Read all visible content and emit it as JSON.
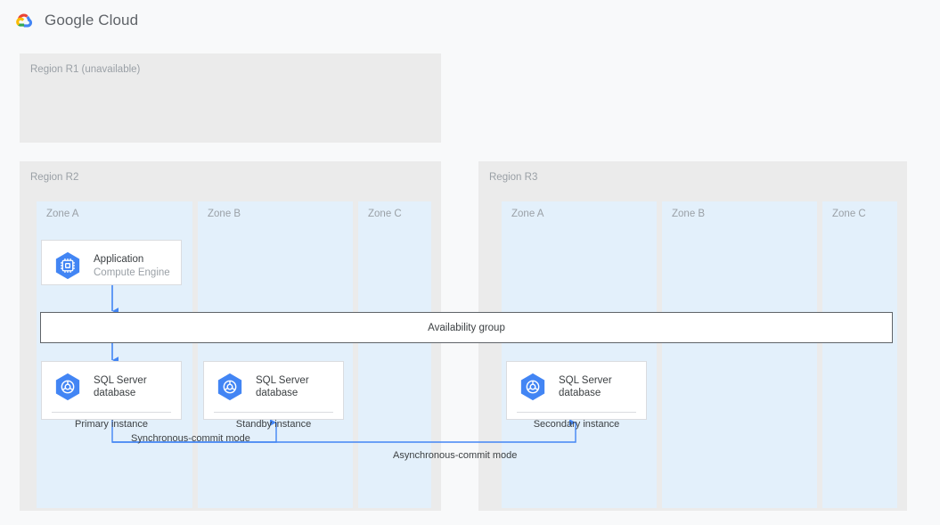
{
  "header": {
    "logo_icon": "google-cloud-logo-icon",
    "brand": "Google Cloud"
  },
  "regions": [
    {
      "id": "r1",
      "label": "Region R1 (unavailable)",
      "zones": []
    },
    {
      "id": "r2",
      "label": "Region R2",
      "zones": [
        {
          "id": "a",
          "label": "Zone A"
        },
        {
          "id": "b",
          "label": "Zone B"
        },
        {
          "id": "c",
          "label": "Zone C"
        }
      ]
    },
    {
      "id": "r3",
      "label": "Region R3",
      "zones": [
        {
          "id": "a",
          "label": "Zone A"
        },
        {
          "id": "b",
          "label": "Zone B"
        },
        {
          "id": "c",
          "label": "Zone C"
        }
      ]
    }
  ],
  "cards": {
    "application": {
      "icon": "compute-engine-icon",
      "title": "Application",
      "subtitle": "Compute Engine"
    },
    "primary": {
      "icon": "sql-server-icon",
      "title": "SQL Server\ndatabase",
      "footer": "Primary instance"
    },
    "standby": {
      "icon": "sql-server-icon",
      "title": "SQL Server\ndatabase",
      "footer": "Standby instance"
    },
    "secondary": {
      "icon": "sql-server-icon",
      "title": "SQL Server\ndatabase",
      "footer": "Secondary instance"
    }
  },
  "availability_group": {
    "label": "Availability group"
  },
  "connectors": {
    "sync_label": "Synchronous-commit mode",
    "async_label": "Asynchronous-commit mode"
  },
  "colors": {
    "accent_blue": "#4285f4",
    "icon_blue": "#4285f4",
    "zone_fill": "#e3f0fb",
    "region_fill": "#ebebeb",
    "page_bg": "#f8f9fa",
    "muted_text": "#9aa0a6",
    "body_text": "#3c4043",
    "border": "#dadce0",
    "logo_red": "#ea4335",
    "logo_yellow": "#fbbc04",
    "logo_green": "#34a853"
  }
}
